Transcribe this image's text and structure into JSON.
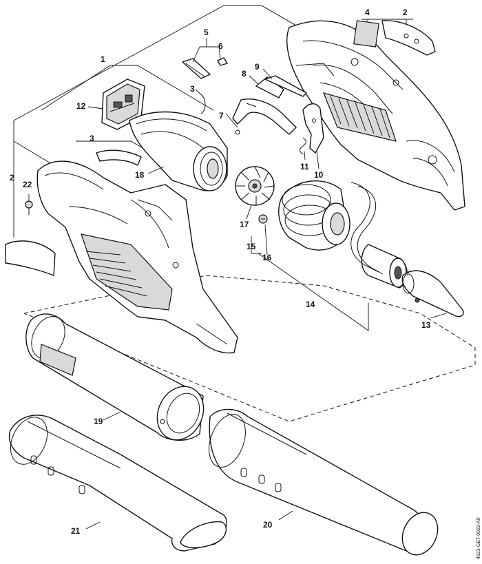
{
  "diagram": {
    "callouts": [
      "1",
      "2",
      "2",
      "3",
      "3",
      "4",
      "5",
      "6",
      "7",
      "8",
      "9",
      "10",
      "11",
      "12",
      "13",
      "14",
      "15",
      "16",
      "17",
      "18",
      "19",
      "20",
      "21",
      "22"
    ],
    "reference": "4523-GET-0022-A0"
  }
}
